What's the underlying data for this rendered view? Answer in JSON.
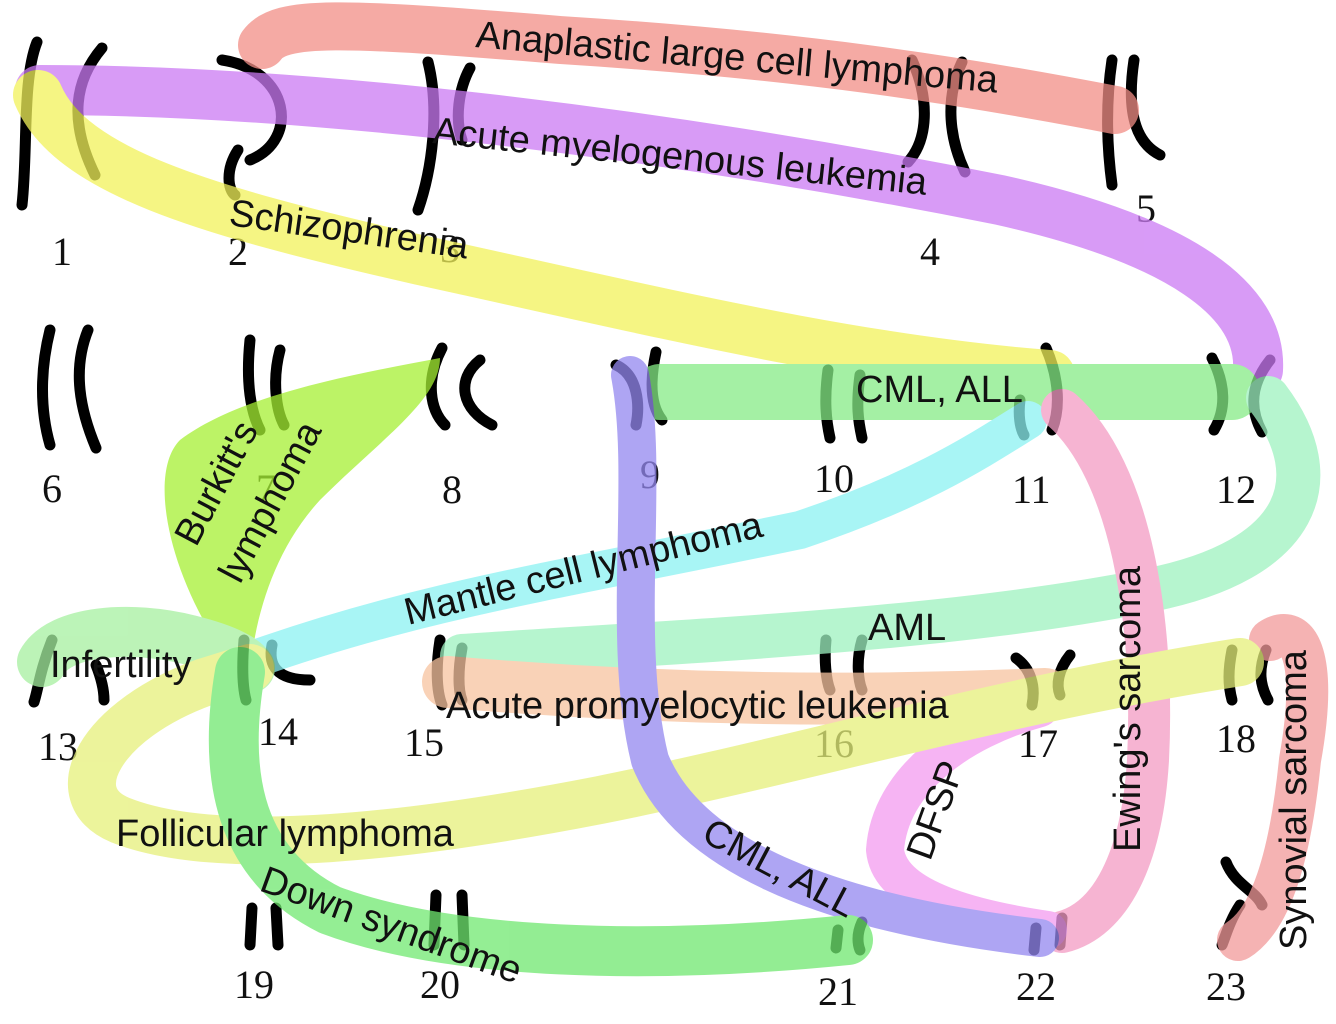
{
  "chromosome_numbers": [
    "1",
    "2",
    "3",
    "4",
    "5",
    "6",
    "7",
    "8",
    "9",
    "10",
    "11",
    "12",
    "13",
    "14",
    "15",
    "16",
    "17",
    "18",
    "19",
    "20",
    "21",
    "22",
    "23"
  ],
  "translocations": [
    {
      "label": "Anaplastic large cell lymphoma",
      "color": "#f28e86"
    },
    {
      "label": "Acute myelogenous leukemia",
      "color": "#cb7af4"
    },
    {
      "label": "Schizophrenia",
      "color": "#f2f25a"
    },
    {
      "label": "CML, ALL",
      "color": "#86ec86"
    },
    {
      "label": "Burkitt's",
      "color": "#a6f033"
    },
    {
      "label": "lymphoma",
      "color": "#a6f033"
    },
    {
      "label": "Mantle cell lymphoma",
      "color": "#8cf2f2"
    },
    {
      "label": "AML",
      "color": "#9ef2c0"
    },
    {
      "label": "Infertility",
      "color": "#a6f0a0"
    },
    {
      "label": "Acute promyelocytic leukemia",
      "color": "#f8c4a0"
    },
    {
      "label": "Ewing's sarcoma",
      "color": "#f49cc4"
    },
    {
      "label": "Synovial sarcoma",
      "color": "#f29a9a"
    },
    {
      "label": "DFSP",
      "color": "#f49cf0"
    },
    {
      "label": "Follicular lymphoma",
      "color": "#e6f07a"
    },
    {
      "label": "CML, ALL",
      "color": "#9488f0"
    },
    {
      "label": "Down syndrome",
      "color": "#70e870"
    }
  ]
}
